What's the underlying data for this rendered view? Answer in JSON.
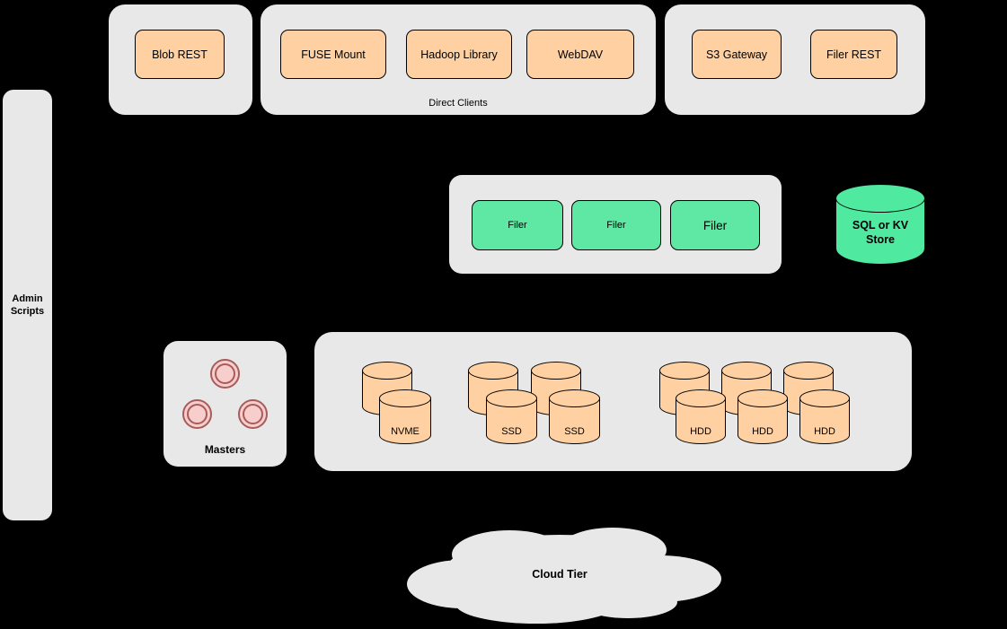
{
  "diagram": {
    "blob_group": {
      "blob_rest_label": "Blob REST"
    },
    "direct_clients_group": {
      "group_label": "Direct Clients",
      "fuse_mount_label": "FUSE Mount",
      "hadoop_library_label": "Hadoop Library",
      "webdav_label": "WebDAV"
    },
    "gateway_group": {
      "s3_gateway_label": "S3 Gateway",
      "filer_rest_label": "Filer REST"
    },
    "admin_scripts_label": "Admin Scripts",
    "filer_group": {
      "filer_labels": [
        "Filer",
        "Filer",
        "Filer"
      ]
    },
    "kv_store_label": "SQL or KV Store",
    "masters_group": {
      "label": "Masters"
    },
    "volume_group": {
      "nvme_label": "NVME",
      "ssd_labels": [
        "SSD",
        "SSD"
      ],
      "hdd_labels": [
        "HDD",
        "HDD",
        "HDD"
      ]
    },
    "cloud_tier_label": "Cloud Tier"
  },
  "colors": {
    "background": "#000000",
    "container_fill": "#e8e8e8",
    "node_orange": "#fed0a2",
    "node_green": "#5ee8a4",
    "cylinder_green": "#4fe9a0",
    "node_pink": "#f8cecc",
    "pink_border": "#a85b5b",
    "node_border": "#000000"
  }
}
